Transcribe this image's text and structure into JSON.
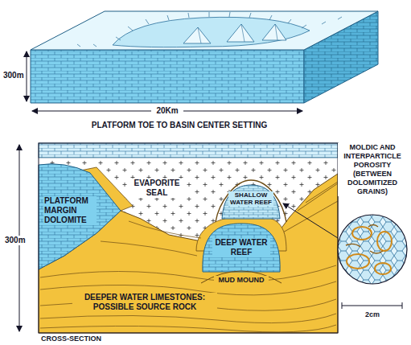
{
  "diagram": {
    "labels": [
      "300m",
      "20Km",
      "PLATFORM TOE TO BASIN CENTER SETTING",
      "300m",
      "EVAPORITE SEAL",
      "PLATFORM MARGIN DOLOMITE",
      "SHALLOW WATER REEF",
      "DEEP WATER REEF",
      "MUD MOUND",
      "DEEPER WATER LIMESTONES: POSSIBLE SOURCE ROCK",
      "CROSS-SECTION",
      "MOLDIC AND INTERPARTICLE POROSITY (BETWEEN DOLOMITIZED GRAINS)",
      "2cm"
    ]
  }
}
